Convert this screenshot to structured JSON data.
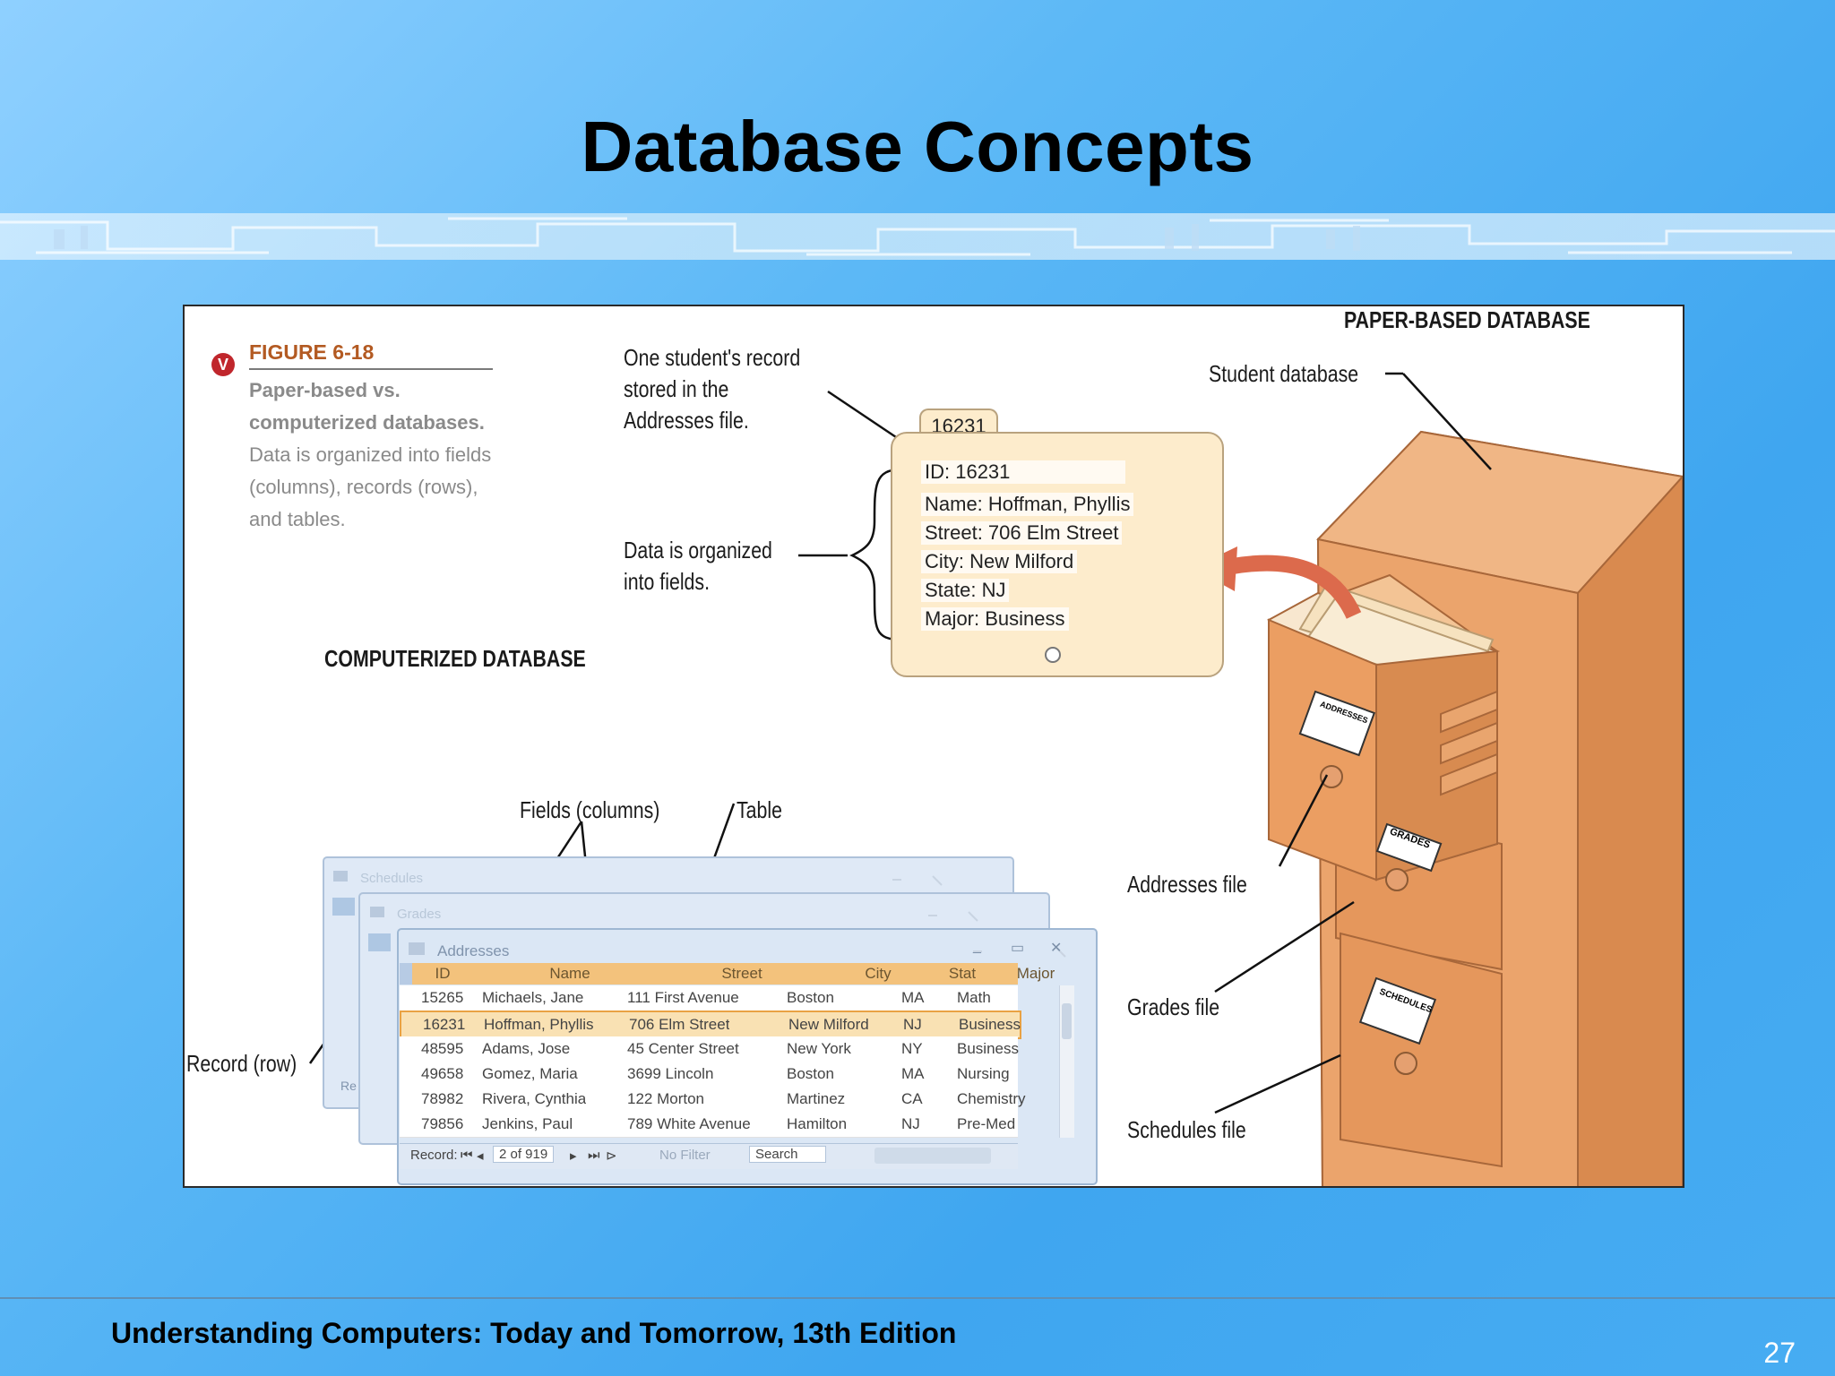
{
  "slide": {
    "title": "Database Concepts",
    "footer": "Understanding Computers: Today and Tomorrow, 13th Edition",
    "page_number": "27"
  },
  "figure": {
    "badge": "V",
    "number": "FIGURE 6-18",
    "caption_bold": "Paper-based vs. computerized databases.",
    "caption_rest": "Data is organized into fields (columns), records (rows), and tables.",
    "paper_heading": "PAPER-BASED DATABASE",
    "computer_heading": "COMPUTERIZED DATABASE",
    "callouts": {
      "student_record_1": "One student's record",
      "student_record_2": "stored in the",
      "student_record_3": "Addresses file.",
      "fields_1": "Data is organized",
      "fields_2": "into fields.",
      "student_database": "Student database",
      "addresses_file": "Addresses file",
      "grades_file": "Grades file",
      "schedules_file": "Schedules file",
      "fields_columns": "Fields (columns)",
      "table": "Table",
      "record_row": "Record (row)"
    },
    "card": {
      "tab": "16231",
      "lines": [
        "ID: 16231",
        "Name: Hoffman, Phyllis",
        "Street: 706 Elm Street",
        "City: New Milford",
        "State: NJ",
        "Major: Business"
      ]
    },
    "drawer_labels": [
      "ADDRESSES",
      "GRADES",
      "SCHEDULES"
    ],
    "windows": {
      "back": "Schedules",
      "middle": "Grades",
      "front": "Addresses"
    },
    "table": {
      "columns": [
        "ID",
        "Name",
        "Street",
        "City",
        "Stat",
        "Major"
      ],
      "rows": [
        [
          "15265",
          "Michaels, Jane",
          "111 First Avenue",
          "Boston",
          "MA",
          "Math"
        ],
        [
          "16231",
          "Hoffman, Phyllis",
          "706 Elm Street",
          "New Milford",
          "NJ",
          "Business"
        ],
        [
          "48595",
          "Adams, Jose",
          "45 Center Street",
          "New York",
          "NY",
          "Business"
        ],
        [
          "49658",
          "Gomez, Maria",
          "3699 Lincoln",
          "Boston",
          "MA",
          "Nursing"
        ],
        [
          "78982",
          "Rivera, Cynthia",
          "122 Morton",
          "Martinez",
          "CA",
          "Chemistry"
        ],
        [
          "79856",
          "Jenkins, Paul",
          "789 White Avenue",
          "Hamilton",
          "NJ",
          "Pre-Med"
        ]
      ],
      "nav_record": "Record:",
      "nav_position": "2 of 919",
      "nav_filter": "No Filter",
      "nav_search": "Search",
      "back_record_stub": "Re"
    }
  },
  "colors": {
    "figure_number": "#b35a22",
    "cabinet": "#e39a5e",
    "header_row": "#f3c27c"
  }
}
